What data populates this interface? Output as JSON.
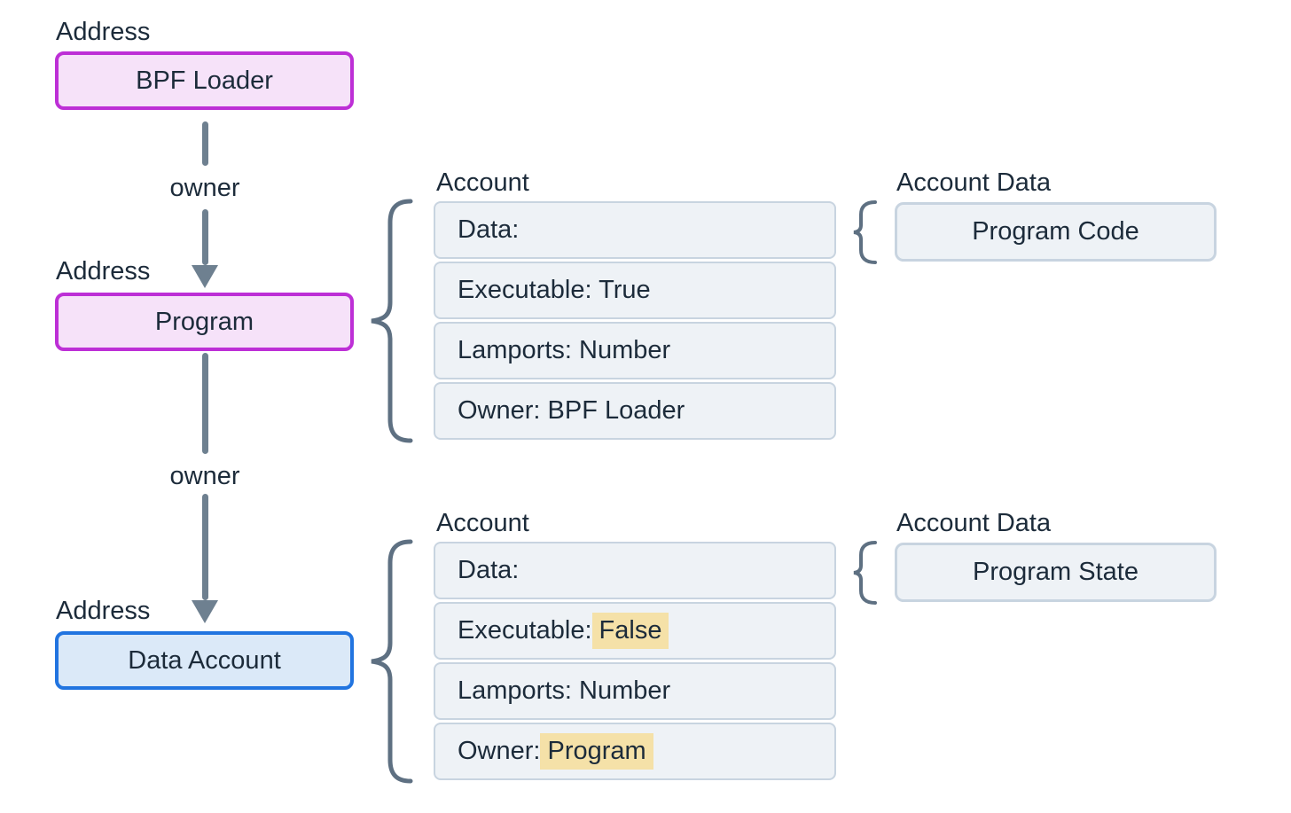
{
  "colors": {
    "background": "#ffffff",
    "text": "#1c2b3a",
    "magenta_border": "#bd2fd6",
    "magenta_fill": "#f6e2f9",
    "blue_border": "#2174e0",
    "blue_fill": "#dbe9f8",
    "box_fill": "#eef2f6",
    "box_border": "#c8d4e0",
    "arrow": "#6e8090",
    "brace": "#5e7082",
    "highlight": "#f5e1a8"
  },
  "address_chain": {
    "bpf_loader": {
      "caption": "Address",
      "label": "BPF Loader"
    },
    "program": {
      "caption": "Address",
      "label": "Program"
    },
    "data_account": {
      "caption": "Address",
      "label": "Data Account"
    },
    "edge1_label": "owner",
    "edge2_label": "owner"
  },
  "sections": [
    {
      "account_header": "Account",
      "rows": [
        {
          "text": "Data:",
          "hl": ""
        },
        {
          "text": "Executable: True",
          "hl": ""
        },
        {
          "text": "Lamports: Number",
          "hl": ""
        },
        {
          "text": "Owner: BPF Loader",
          "hl": ""
        }
      ],
      "account_data_header": "Account Data",
      "account_data_label": "Program Code"
    },
    {
      "account_header": "Account",
      "rows": [
        {
          "text": "Data:",
          "hl": ""
        },
        {
          "text": "Executable:",
          "hl": "False"
        },
        {
          "text": "Lamports: Number",
          "hl": ""
        },
        {
          "text": "Owner:",
          "hl": "Program"
        }
      ],
      "account_data_header": "Account Data",
      "account_data_label": "Program State"
    }
  ]
}
